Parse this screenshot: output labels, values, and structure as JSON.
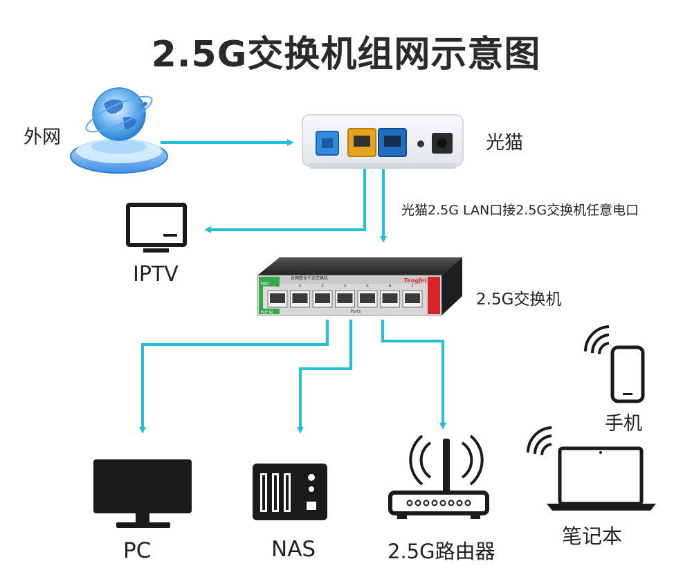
{
  "title": "2.5G交换机组网示意图",
  "nodes": {
    "internet": "外网",
    "modem": "光猫",
    "iptv": "IPTV",
    "switch": "2.5G交换机",
    "pc": "PC",
    "nas": "NAS",
    "router": "2.5G路由器",
    "phone": "手机",
    "laptop": "笔记本"
  },
  "annotation": "光猫2.5G LAN口接2.5G交换机任意电口",
  "switch_panel": {
    "model_text": "云网管全千兆交换机",
    "brand": "Tengfei",
    "ports_label": "Ports",
    "pwr_label": "PWR",
    "poe_label": "POE IN",
    "port_numbers": [
      "1",
      "2",
      "3",
      "4",
      "5",
      "6",
      "7"
    ]
  },
  "colors": {
    "arrow": "#22c1d6",
    "modem_port_yellow": "#e6a320",
    "modem_port_blue": "#1f6fc0",
    "switch_accent_red": "#d8232a",
    "switch_accent_green": "#3aa84a",
    "icon_dark": "#1a1a1a"
  }
}
